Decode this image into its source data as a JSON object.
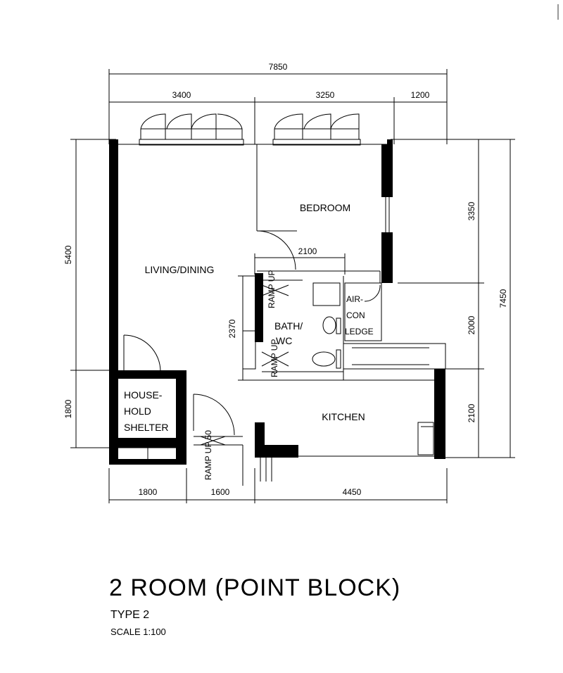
{
  "dimensions": {
    "top_total": "7850",
    "top_left": "3400",
    "top_mid": "3250",
    "top_right": "1200",
    "bottom_left": "1800",
    "bottom_mid": "1600",
    "bottom_right": "4450",
    "left_top": "5400",
    "left_bottom": "1800",
    "right_top": "3350",
    "right_mid": "2000",
    "right_bottom": "2100",
    "right_total": "7450",
    "bath_width": "2100",
    "bath_height": "2370"
  },
  "rooms": {
    "bedroom": "BEDROOM",
    "living": "LIVING/DINING",
    "bath_line1": "BATH/",
    "bath_line2": "WC",
    "aircon_line1": "AIR-",
    "aircon_line2": "CON",
    "aircon_line3": "LEDGE",
    "shelter_line1": "HOUSE-",
    "shelter_line2": "HOLD",
    "shelter_line3": "SHELTER",
    "kitchen": "KITCHEN"
  },
  "notes": {
    "ramp_top": "RAMP UP",
    "ramp_bath_bottom": "RAMP UP",
    "ramp_entry": "RAMP UP 50"
  },
  "title": {
    "main": "2 ROOM (POINT BLOCK)",
    "type": "TYPE 2",
    "scale": "SCALE   1:100"
  }
}
